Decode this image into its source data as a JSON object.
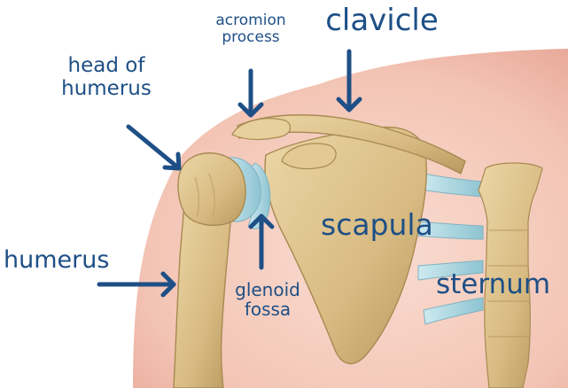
{
  "colors": {
    "label": "#1e4f86",
    "bone": "#dcc08a",
    "bone_dark": "#a88a52",
    "skin": "#f4c9bb",
    "cartilage": "#a9d6e0"
  },
  "labels": {
    "acromion_process": [
      "acromion",
      "process"
    ],
    "clavicle": "clavicle",
    "head_of_humerus": [
      "head of",
      "humerus"
    ],
    "humerus": "humerus",
    "scapula": "scapula",
    "glenoid_fossa": [
      "glenoid",
      "fossa"
    ],
    "sternum": "sternum"
  }
}
